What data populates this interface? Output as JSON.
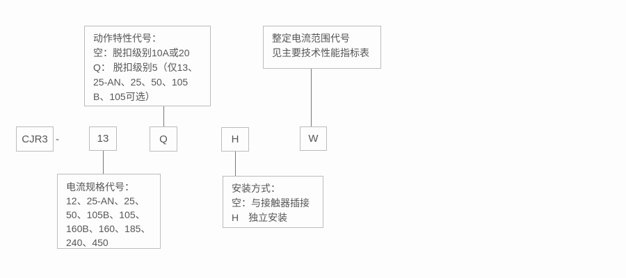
{
  "diagram": {
    "separator": "-",
    "code_boxes": {
      "series": {
        "label": "CJR3"
      },
      "current_spec": {
        "label": "13"
      },
      "characteristic": {
        "label": "Q"
      },
      "mounting": {
        "label": "H"
      },
      "current_range": {
        "label": "W"
      }
    },
    "callouts": {
      "characteristic": {
        "lines": {
          "l0": "动作特性代号：",
          "l1": "空：脱扣级别10A或20",
          "l2": "Q： 脱扣级别5（仅13、",
          "l3": "25-AN、25、50、105",
          "l4": "B、105可选）"
        }
      },
      "current_range": {
        "lines": {
          "l0": "整定电流范围代号",
          "l1": "见主要技术性能指标表"
        }
      },
      "current_spec": {
        "lines": {
          "l0": "电流规格代号：",
          "l1": "12、25-AN、25、",
          "l2": "50、105B、105、",
          "l3": "160B、160、185、",
          "l4": "240、450"
        }
      },
      "mounting": {
        "lines": {
          "l0": "安装方式：",
          "l1": "空：与接触器插接",
          "l2": "H　独立安装"
        }
      }
    },
    "colors": {
      "border": "#bbbbbb",
      "connector": "#777777",
      "text": "#555555",
      "background": "#fdfdfd"
    }
  }
}
